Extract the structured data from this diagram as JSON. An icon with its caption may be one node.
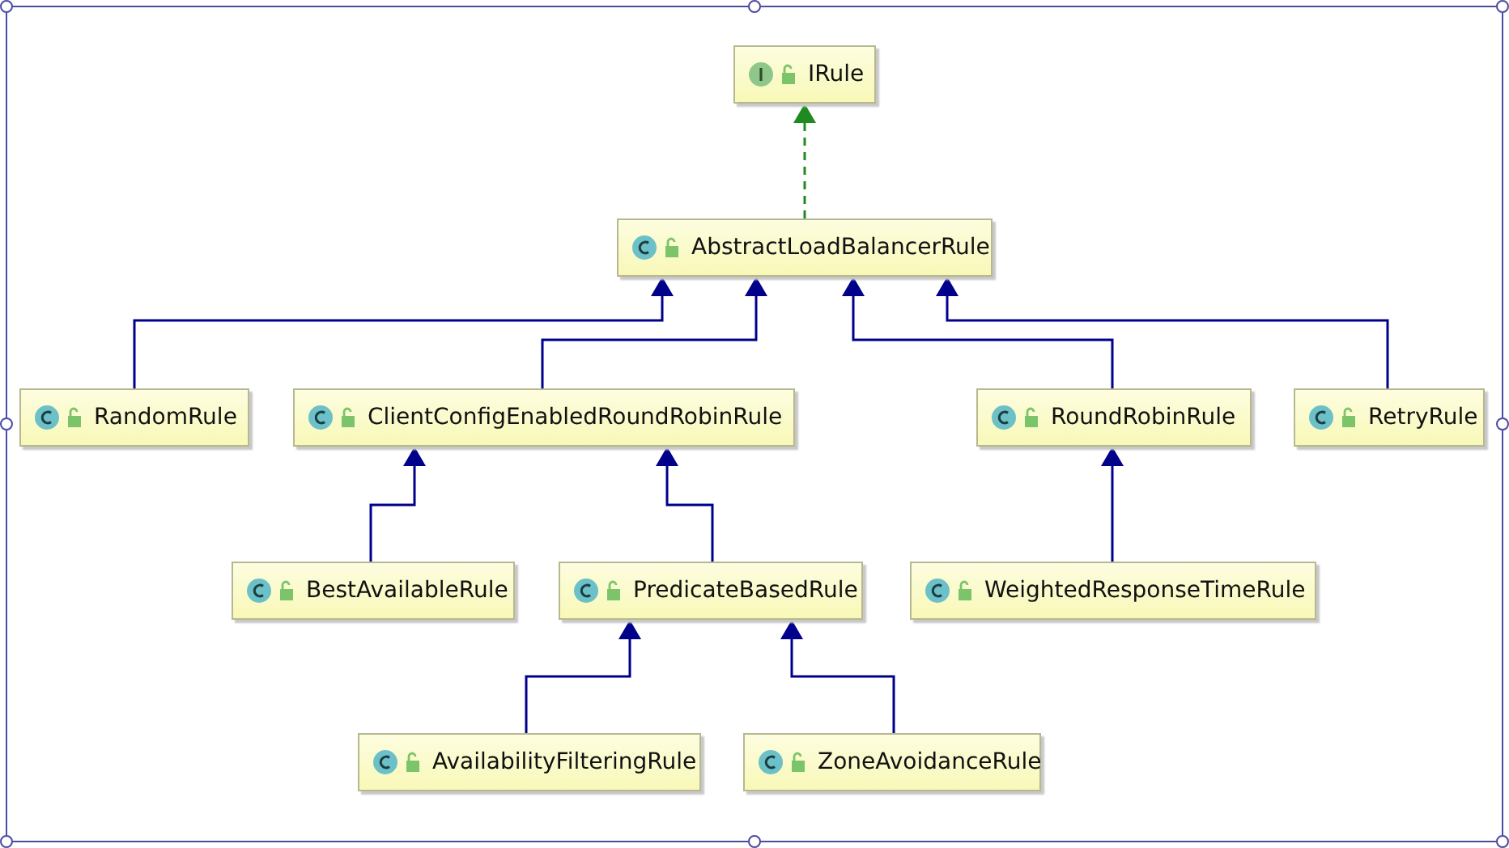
{
  "diagram": {
    "nodes": [
      {
        "text": [
          "IRule"
        ]
      },
      {
        "text": [
          "AbstractLoadBalancerRule"
        ]
      },
      {
        "text": [
          "RandomRule"
        ]
      },
      {
        "text": [
          "ClientConfigEnabledRoundRobinRule"
        ]
      },
      {
        "text": [
          "RoundRobinRule"
        ]
      },
      {
        "text": [
          "RetryRule"
        ]
      },
      {
        "text": [
          "BestAvailableRule"
        ]
      },
      {
        "text": [
          "PredicateBasedRule"
        ]
      },
      {
        "text": [
          "WeightedResponseTimeRule"
        ]
      },
      {
        "text": [
          "AvailabilityFilteringRule"
        ]
      },
      {
        "text": [
          "ZoneAvoidanceRule"
        ]
      }
    ],
    "edges": [
      {
        "from": 1,
        "to": 0,
        "arrow": "to",
        "style": "dashed",
        "color": "#1f8a1f"
      },
      {
        "from": 2,
        "to": 1,
        "arrow": "to"
      },
      {
        "from": 3,
        "to": 1,
        "arrow": "to"
      },
      {
        "from": 4,
        "to": 1,
        "arrow": "to"
      },
      {
        "from": 5,
        "to": 1,
        "arrow": "to"
      },
      {
        "from": 6,
        "to": 3,
        "arrow": "to"
      },
      {
        "from": 7,
        "to": 3,
        "arrow": "to"
      },
      {
        "from": 8,
        "to": 4,
        "arrow": "to"
      },
      {
        "from": 9,
        "to": 7,
        "arrow": "to"
      },
      {
        "from": 10,
        "to": 7,
        "arrow": "to"
      }
    ]
  }
}
